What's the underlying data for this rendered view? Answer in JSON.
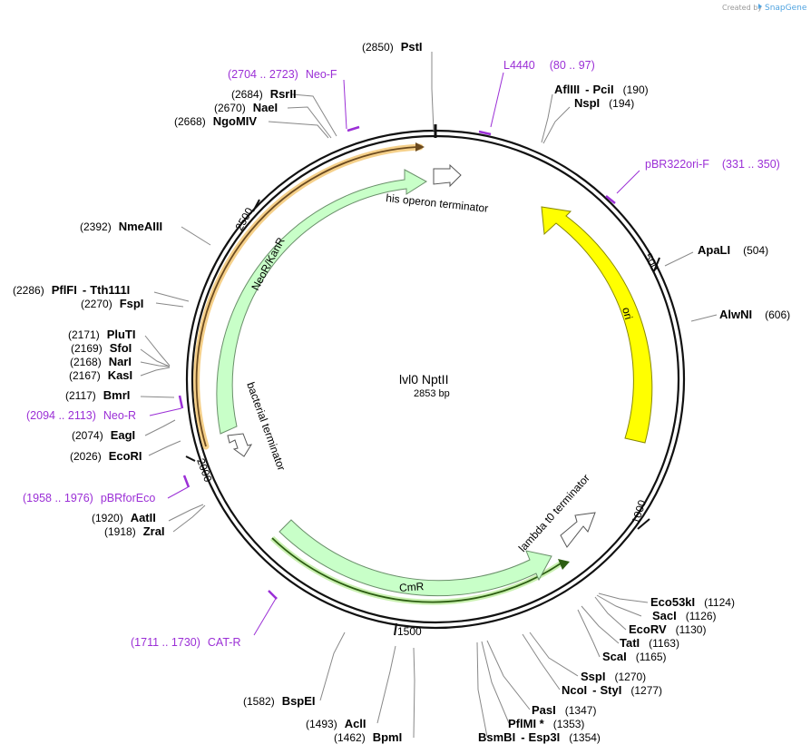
{
  "credit": {
    "prefix": "Created by",
    "brand": "SnapGene"
  },
  "plasmid": {
    "name": "lvl0 NptII",
    "length_label": "2853 bp",
    "length": 2853
  },
  "colors": {
    "primer": "#9b2fd6",
    "ori": "#ffff00",
    "resistance": "#c8ffc8",
    "terminator": "#ffffff",
    "backbone": "#111111"
  },
  "ticks": [
    {
      "label": "500",
      "pos": 500
    },
    {
      "label": "1000",
      "pos": 1000
    },
    {
      "label": "1500",
      "pos": 1500
    },
    {
      "label": "2000",
      "pos": 2000
    },
    {
      "label": "2500",
      "pos": 2500
    }
  ],
  "features": [
    {
      "label": "ori",
      "type": "origin",
      "start": 355,
      "end": 940,
      "direction": "reverse",
      "color": "#ffff00"
    },
    {
      "label": "NeoR/KanR",
      "type": "resistance",
      "start": 2045,
      "end": 2840,
      "direction": "forward",
      "color": "#c8ffc8"
    },
    {
      "label": "CmR",
      "type": "resistance",
      "start": 1130,
      "end": 1780,
      "direction": "reverse",
      "color": "#c8ffc8"
    },
    {
      "label": "his operon terminator",
      "type": "terminator",
      "color": "#ffffff"
    },
    {
      "label": "bacterial terminator",
      "type": "terminator",
      "color": "#ffffff"
    },
    {
      "label": "lambda t0 terminator",
      "type": "terminator",
      "color": "#ffffff"
    }
  ],
  "enzymes": [
    {
      "name": "PstI",
      "pos": "(2850)"
    },
    {
      "name": "AflIII",
      "name2": "PciI",
      "pos": "(190)"
    },
    {
      "name": "NspI",
      "pos": "(194)"
    },
    {
      "name": "RsrII",
      "pos": "(2684)"
    },
    {
      "name": "NaeI",
      "pos": "(2670)"
    },
    {
      "name": "NgoMIV",
      "pos": "(2668)"
    },
    {
      "name": "NmeAIII",
      "pos": "(2392)"
    },
    {
      "name": "PflFI",
      "name2": "Tth111I",
      "pos": "(2286)"
    },
    {
      "name": "FspI",
      "pos": "(2270)"
    },
    {
      "name": "PluTI",
      "pos": "(2171)"
    },
    {
      "name": "SfoI",
      "pos": "(2169)"
    },
    {
      "name": "NarI",
      "pos": "(2168)"
    },
    {
      "name": "KasI",
      "pos": "(2167)"
    },
    {
      "name": "BmrI",
      "pos": "(2117)"
    },
    {
      "name": "EagI",
      "pos": "(2074)"
    },
    {
      "name": "EcoRI",
      "pos": "(2026)"
    },
    {
      "name": "AatII",
      "pos": "(1920)"
    },
    {
      "name": "ZraI",
      "pos": "(1918)"
    },
    {
      "name": "ApaLI",
      "pos": "(504)"
    },
    {
      "name": "AlwNI",
      "pos": "(606)"
    },
    {
      "name": "Eco53kI",
      "pos": "(1124)"
    },
    {
      "name": "SacI",
      "pos": "(1126)"
    },
    {
      "name": "EcoRV",
      "pos": "(1130)"
    },
    {
      "name": "TatI",
      "pos": "(1163)"
    },
    {
      "name": "ScaI",
      "pos": "(1165)"
    },
    {
      "name": "SspI",
      "pos": "(1270)"
    },
    {
      "name": "NcoI",
      "name2": "StyI",
      "pos": "(1277)"
    },
    {
      "name": "PasI",
      "pos": "(1347)"
    },
    {
      "name": "PflMI *",
      "pos": "(1353)"
    },
    {
      "name": "BsmBI",
      "name2": "Esp3I",
      "pos": "(1354)"
    },
    {
      "name": "BspEI",
      "pos": "(1582)"
    },
    {
      "name": "AclI",
      "pos": "(1493)"
    },
    {
      "name": "BpmI",
      "pos": "(1462)"
    }
  ],
  "primers": [
    {
      "range": "(2704 .. 2723)",
      "name": "Neo-F"
    },
    {
      "name": "L4440",
      "range": "(80 .. 97)"
    },
    {
      "name": "pBR322ori-F",
      "range": "(331 .. 350)"
    },
    {
      "range": "(2094 .. 2113)",
      "name": "Neo-R"
    },
    {
      "range": "(1958 .. 1976)",
      "name": "pBRforEco"
    },
    {
      "range": "(1711 .. 1730)",
      "name": "CAT-R"
    }
  ]
}
